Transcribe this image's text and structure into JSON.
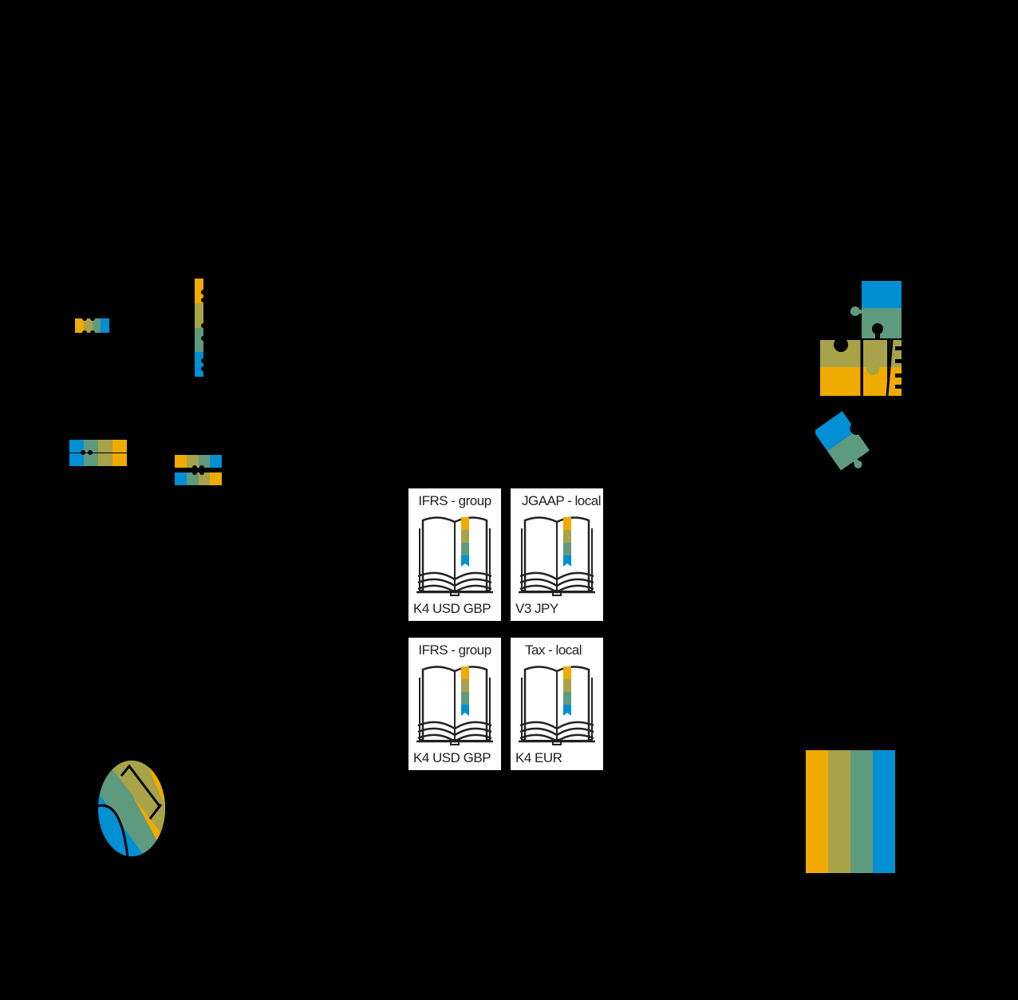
{
  "palette": {
    "orange": "#F0AB00",
    "olive": "#A8A249",
    "teal": "#5E9A7E",
    "blue": "#008FD3",
    "background": "#000000",
    "card": "#FFFFFF",
    "text": "#222222"
  },
  "ledgers": [
    {
      "title": "IFRS - group",
      "footer": "K4 USD GBP"
    },
    {
      "title": "JGAAP - local",
      "footer": "V3 JPY"
    },
    {
      "title": "IFRS - group",
      "footer": "K4 USD GBP"
    },
    {
      "title": "Tax - local",
      "footer": "K4 EUR"
    }
  ],
  "icons": [
    "horizontal-segment-bar-icon",
    "vertical-segment-bar-icon",
    "stacked-segment-bars-icon",
    "split-segment-bars-icon",
    "puzzle-pieces-icon",
    "loose-puzzle-piece-icon",
    "oval-document-icon",
    "four-color-stripe-block-icon",
    "open-book-bookmark-icon"
  ]
}
